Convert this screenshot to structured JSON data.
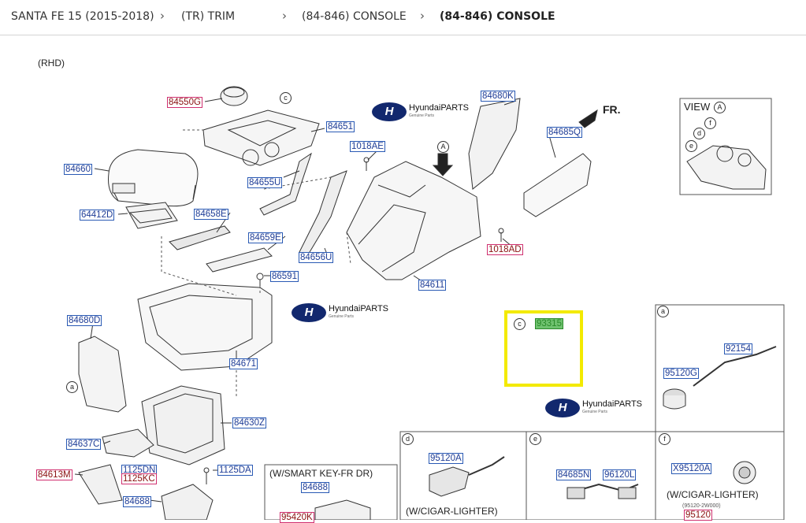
{
  "breadcrumb": [
    "SANTA FE 15 (2015-2018)",
    "(TR) TRIM",
    "(84-846) CONSOLE",
    "(84-846) CONSOLE"
  ],
  "separator": "›",
  "diagram": {
    "variant": "(RHD)",
    "direction_label": "FR.",
    "view_label": "VIEW",
    "view_ref": "A",
    "logo_text": "HyundaiPARTS",
    "logo_sub": "Genuine Parts",
    "parts": {
      "p84550G": "84550G",
      "p84651": "84651",
      "p84660": "84660",
      "p1018AE": "1018AE",
      "p84655U": "84655U",
      "p64412D": "64412D",
      "p84658E": "84658E",
      "p84659E": "84659E",
      "p84656U": "84656U",
      "p86591": "86591",
      "p84611": "84611",
      "p84680K": "84680K",
      "p84685Q": "84685Q",
      "p1018AD": "1018AD",
      "p84680D": "84680D",
      "p84671": "84671",
      "p84630Z": "84630Z",
      "p84637C": "84637C",
      "p84613M": "84613M",
      "p1125DN": "1125DN",
      "p1125KC": "1125KC",
      "p1125DA": "1125DA",
      "p84688a": "84688",
      "p84688b": "84688",
      "p95420K": "95420K",
      "p93315": "93315",
      "p92154": "92154",
      "p95120G": "95120G",
      "p95120A": "95120A",
      "p84685N": "84685N",
      "p96120L": "96120L",
      "pX95120A": "X95120A",
      "p95120": "95120"
    },
    "callouts": {
      "c1": "c",
      "c2": "c",
      "a1": "a",
      "a2": "a",
      "A1": "A",
      "d": "d",
      "e": "e",
      "f": "f",
      "vf": "f",
      "ve": "e",
      "vd": "d"
    },
    "notes": {
      "smart_key": "(W/SMART KEY-FR DR)",
      "cigar_d": "(W/CIGAR-LIGHTER)",
      "cigar_f": "(W/CIGAR-LIGHTER)",
      "small_ref": "(95120-2W000)"
    }
  },
  "colors": {
    "highlight": "#f3ea00",
    "part_blue": "#1e3c96",
    "part_red": "#d03070",
    "part_green": "#6fc26f",
    "logo": "#12286e"
  }
}
